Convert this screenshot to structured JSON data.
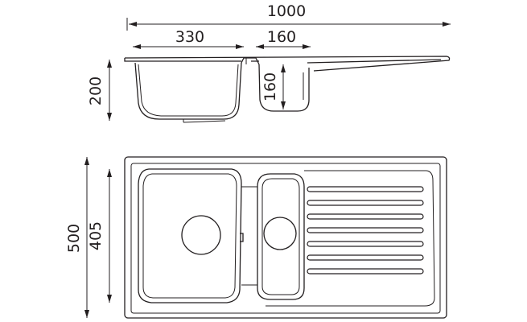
{
  "dimensions": {
    "overall_length": "1000",
    "large_bowl_width": "330",
    "small_bowl_width": "160",
    "bowl_depth": "200",
    "small_bowl_depth": "160",
    "overall_width": "500",
    "bowl_length": "405"
  },
  "colors": {
    "line": "#231f20",
    "background": "#ffffff"
  },
  "drainer_groove_count": 7
}
